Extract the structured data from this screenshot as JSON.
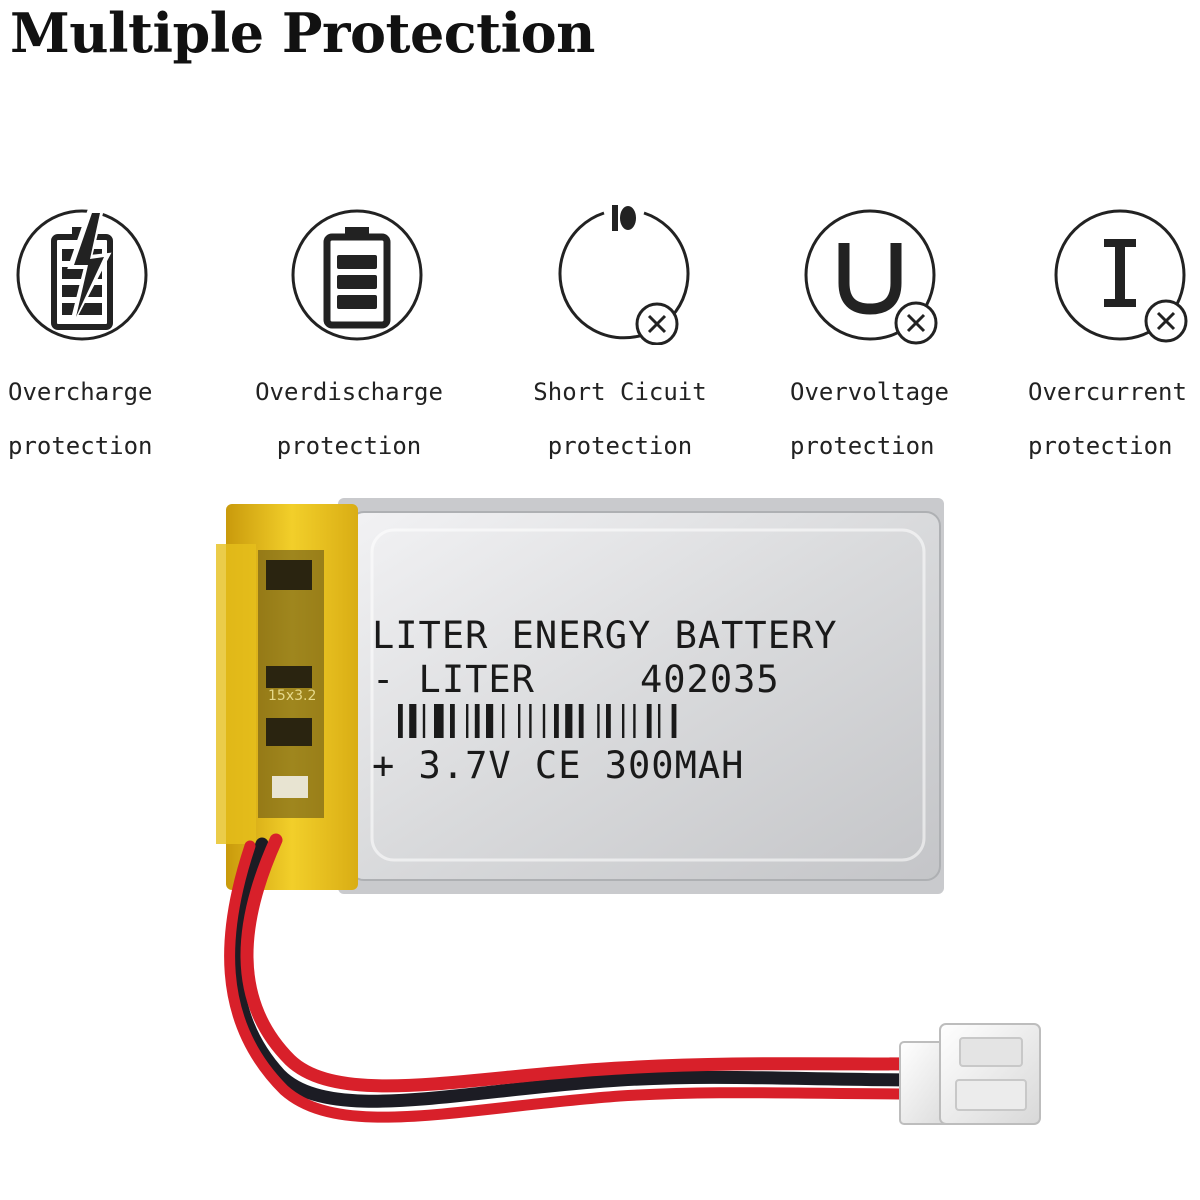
{
  "header": {
    "title": "Multiple Protection"
  },
  "features": [
    {
      "icon": "battery-lightning-icon",
      "line1": "Overcharge",
      "line2": "protection"
    },
    {
      "icon": "battery-levels-icon",
      "line1": "Overdischarge",
      "line2": "protection"
    },
    {
      "icon": "power-circle-x-icon",
      "line1": "Short Cicuit",
      "line2": "protection"
    },
    {
      "icon": "voltage-u-x-icon",
      "line1": "Overvoltage",
      "line2": "protection"
    },
    {
      "icon": "current-i-x-icon",
      "line1": "Overcurrent",
      "line2": "protection"
    }
  ],
  "battery": {
    "brand_line": "LITER ENERGY BATTERY",
    "model_prefix": "- LITER",
    "model": "402035",
    "spec_line": "+ 3.7V CE  300MAH",
    "pcb_mark": "15x3.2",
    "colors": {
      "body": "#d9dadc",
      "tape": "#e9c21a",
      "wire_red": "#d8202a",
      "wire_black": "#1c1c24",
      "connector": "#f2f2f2"
    }
  }
}
